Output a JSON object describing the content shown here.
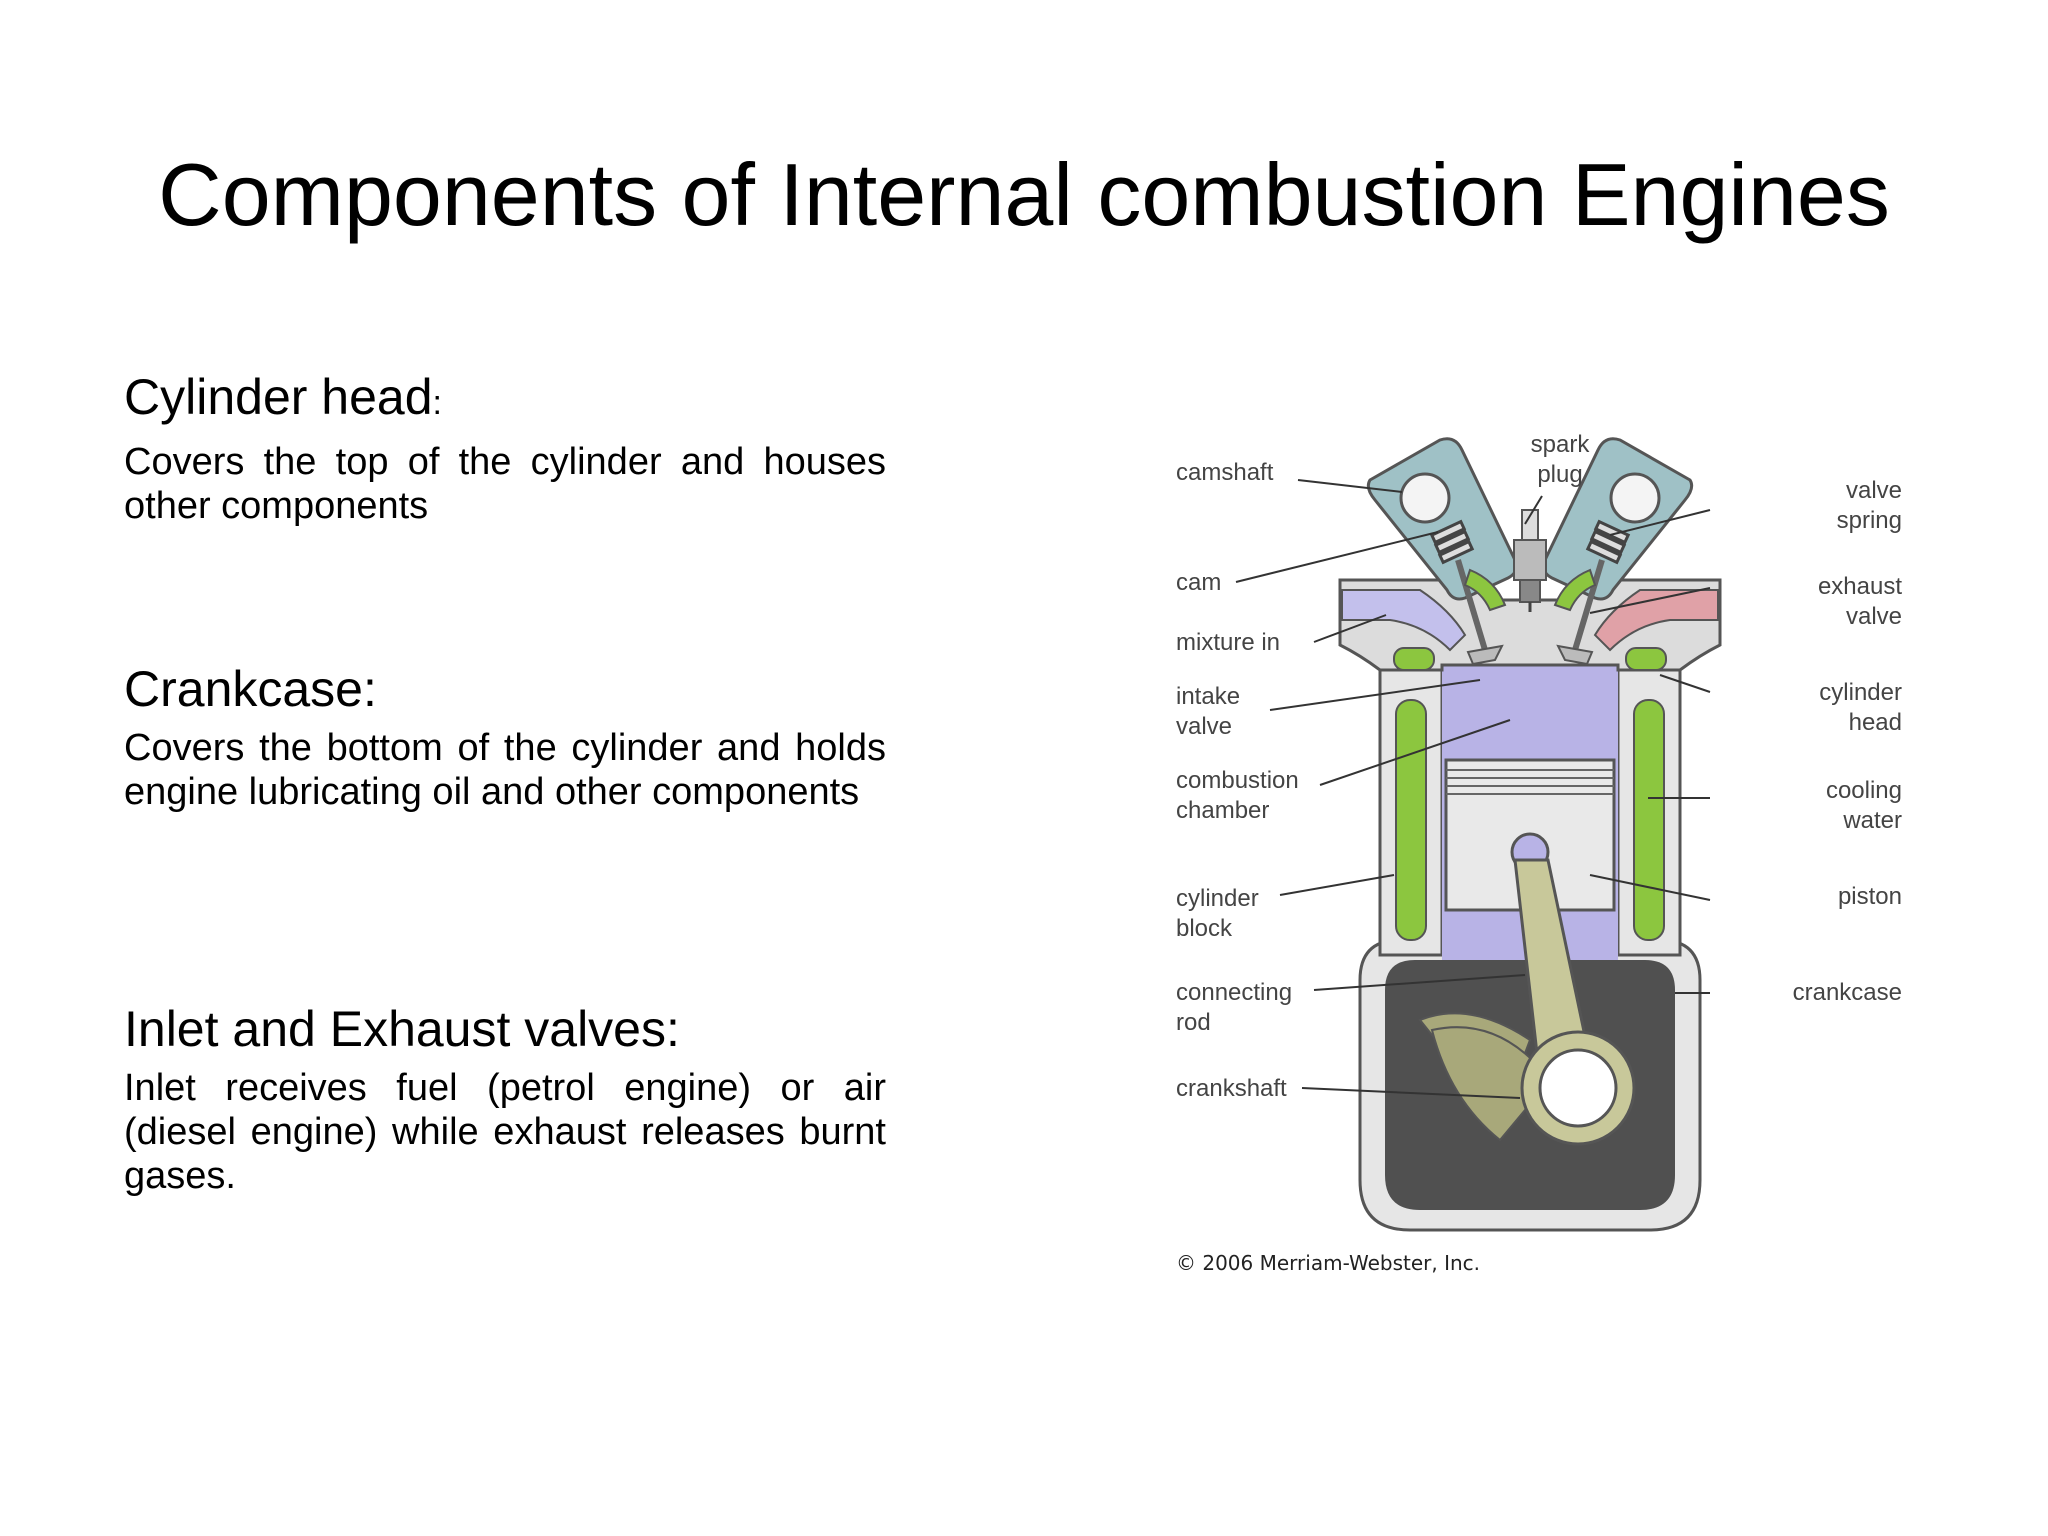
{
  "slide": {
    "title": "Components of Internal combustion Engines",
    "sections": [
      {
        "heading": "Cylinder head",
        "heading_suffix": ":",
        "body": "Covers the top of the cylinder and houses other components"
      },
      {
        "heading": "Crankcase:",
        "body": "Covers the bottom of the cylinder and holds engine lubricating oil and other components"
      },
      {
        "heading": "Inlet and Exhaust valves:",
        "body": "Inlet receives fuel (petrol engine) or air (diesel engine) while exhaust releases burnt gases."
      }
    ]
  },
  "diagram": {
    "labels_left": [
      {
        "id": "camshaft",
        "lines": [
          "camshaft"
        ]
      },
      {
        "id": "cam",
        "lines": [
          "cam"
        ]
      },
      {
        "id": "mixture-in",
        "lines": [
          "mixture in"
        ]
      },
      {
        "id": "intake-valve",
        "lines": [
          "intake",
          "valve"
        ]
      },
      {
        "id": "combustion-chamber",
        "lines": [
          "combustion",
          "chamber"
        ]
      },
      {
        "id": "cylinder-block",
        "lines": [
          "cylinder",
          "block"
        ]
      },
      {
        "id": "connecting-rod",
        "lines": [
          "connecting",
          "rod"
        ]
      },
      {
        "id": "crankshaft",
        "lines": [
          "crankshaft"
        ]
      }
    ],
    "labels_right": [
      {
        "id": "spark-plug",
        "lines": [
          "spark",
          "plug"
        ]
      },
      {
        "id": "valve-spring",
        "lines": [
          "valve",
          "spring"
        ]
      },
      {
        "id": "exhaust-valve",
        "lines": [
          "exhaust",
          "valve"
        ]
      },
      {
        "id": "cylinder-head",
        "lines": [
          "cylinder",
          "head"
        ]
      },
      {
        "id": "cooling-water",
        "lines": [
          "cooling",
          "water"
        ]
      },
      {
        "id": "piston",
        "lines": [
          "piston"
        ]
      },
      {
        "id": "crankcase",
        "lines": [
          "crankcase"
        ]
      }
    ],
    "copyright": "© 2006 Merriam-Webster, Inc.",
    "colors": {
      "cylinder_wall": "#e6e6e6",
      "head": "#dcdcdc",
      "cam_housing": "#9fc1c6",
      "cooling": "#8cc63f",
      "chamber": "#b8b3e6",
      "intake": "#c3c0ec",
      "exhaust": "#e0a1a7",
      "crankcase": "#505050",
      "rod": "#c8c89a",
      "counterweight": "#a8a87a",
      "piston": "#e9e9e9"
    }
  }
}
